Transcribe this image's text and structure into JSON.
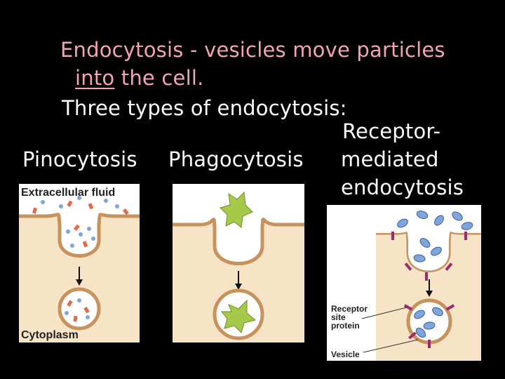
{
  "title": {
    "term": "Endocytosis",
    "dash": " - ",
    "rest": "vesicles move particles",
    "line2_underlined": "into",
    "line2_rest": " the cell."
  },
  "subtitle": "Three types of endocytosis:",
  "types": [
    {
      "label": "Pinocytosis"
    },
    {
      "label": "Phagocytosis"
    },
    {
      "label_lines": [
        "Receptor-",
        "mediated",
        "endocytosis"
      ]
    }
  ],
  "panel_labels": {
    "pinocytosis_top": "Extracellular fluid",
    "pinocytosis_bottom": "Cytoplasm",
    "receptor_site": [
      "Receptor",
      "site",
      "protein"
    ],
    "vesicle": "Vesicle"
  },
  "colors": {
    "background": "#000000",
    "text": "#ffffff",
    "title_accent": "#f4a3b6",
    "cytoplasm": "#f7e4c6",
    "membrane": "#c8925c",
    "particle_blue": "#7fa6dc",
    "particle_red": "#e06b4b",
    "food_green": "#a6c94a",
    "receptor_purple": "#9b2a6e"
  },
  "icons": [
    "down-arrow-icon"
  ]
}
